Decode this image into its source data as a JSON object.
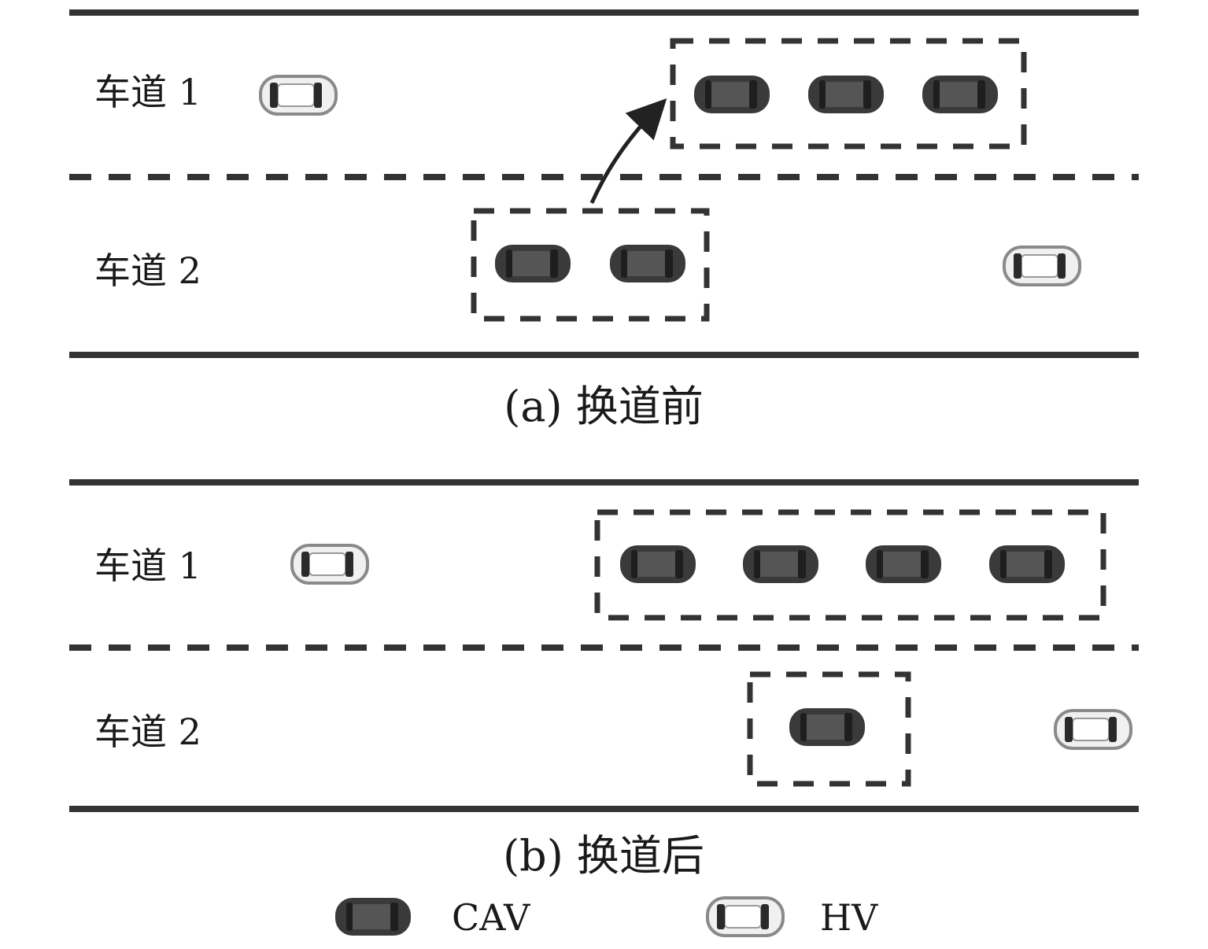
{
  "panel_a": {
    "lane1_label": "车道 1",
    "lane2_label": "车道 2",
    "caption": "(a) 换道前"
  },
  "panel_b": {
    "lane1_label": "车道 1",
    "lane2_label": "车道 2",
    "caption": "(b) 换道后"
  },
  "legend": {
    "cav_label": "CAV",
    "hv_label": "HV"
  },
  "colors": {
    "cav": "#3a3a3a",
    "hv": "#f2f2f2",
    "road_line": "#333333",
    "dash": "#333333"
  }
}
